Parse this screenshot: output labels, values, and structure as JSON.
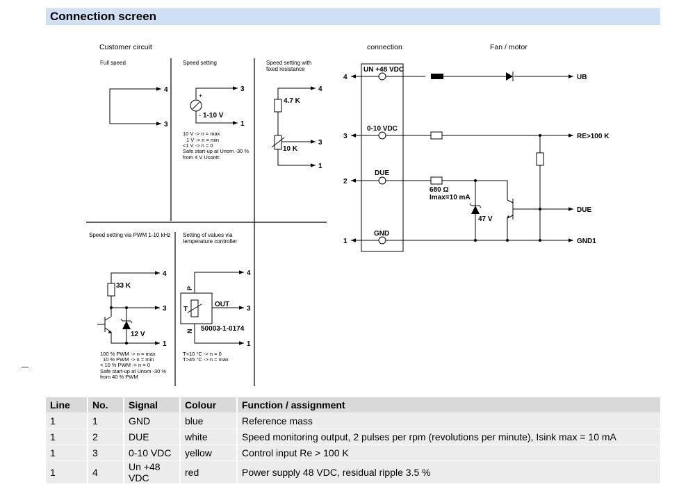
{
  "title": "Connection screen",
  "sections": {
    "customer_circuit": "Customer circuit",
    "connection": "connection",
    "fan_motor": "Fan / motor"
  },
  "panels": {
    "full_speed": {
      "title": "Full speed",
      "pin_top": "4",
      "pin_bottom": "3"
    },
    "speed_setting": {
      "title": "Speed setting",
      "plus": "+",
      "minus": "-",
      "source_label": "1-10 V",
      "pin_top": "3",
      "pin_bottom": "1",
      "notes": [
        "10 V -> n = max",
        "1 V -> n = min",
        "<1 V -> n = 0",
        "Safe start-up at Unom -30 %",
        "from 4 V Ucontr."
      ]
    },
    "fixed_resistance": {
      "title_line1": "Speed setting with",
      "title_line2": "fixed resistance",
      "r1": "4.7 K",
      "r2": "10 K",
      "pin_top": "4",
      "pin_mid": "3",
      "pin_bottom": "1"
    },
    "pwm": {
      "title": "Speed setting via PWM 1-10 kHz",
      "r": "33 K",
      "zener": "12 V",
      "pin_top": "4",
      "pin_mid": "3",
      "pin_bottom": "1",
      "notes": [
        "100 % PWM -> n = max",
        "10 % PWM -> n = min",
        "< 10 % PWM -> n = 0",
        "Safe start-up at Unom -30 %",
        "from 40 % PWM"
      ]
    },
    "temperature": {
      "title_line1": "Setting of values via",
      "title_line2": "temperature controller",
      "p": "P",
      "n": "N",
      "t": "T",
      "out": "OUT",
      "part": "50003-1-0174",
      "pin_top": "4",
      "pin_mid": "3",
      "pin_bottom": "1",
      "notes": [
        "T<10 °C -> n = 0",
        "T>45 °C -> n = max"
      ]
    }
  },
  "connector": {
    "pins": [
      {
        "num": "4",
        "label": "UN +48 VDC",
        "out": "UB"
      },
      {
        "num": "3",
        "label": "0-10 VDC",
        "out": "RE>100 K"
      },
      {
        "num": "2",
        "label": "DUE",
        "out": "DUE"
      },
      {
        "num": "1",
        "label": "GND",
        "out": "GND1"
      }
    ],
    "r_due": "680 Ω",
    "imax": "Imax=10 mA",
    "zener": "47 V"
  },
  "table": {
    "headers": [
      "Line",
      "No.",
      "Signal",
      "Colour",
      "Function / assignment"
    ],
    "rows": [
      [
        "1",
        "1",
        "GND",
        "blue",
        "Reference mass"
      ],
      [
        "1",
        "2",
        "DUE",
        "white",
        "Speed monitoring output, 2 pulses per rpm (revolutions per minute), Isink max = 10 mA"
      ],
      [
        "1",
        "3",
        "0-10 VDC",
        "yellow",
        "Control input Re > 100 K"
      ],
      [
        "1",
        "4",
        "Un +48 VDC",
        "red",
        "Power supply 48 VDC, residual ripple 3.5 %"
      ]
    ]
  },
  "colors": {
    "title_bar": "#cfe0f5",
    "table_header": "#d9d9d9",
    "table_row": "#ececec"
  }
}
